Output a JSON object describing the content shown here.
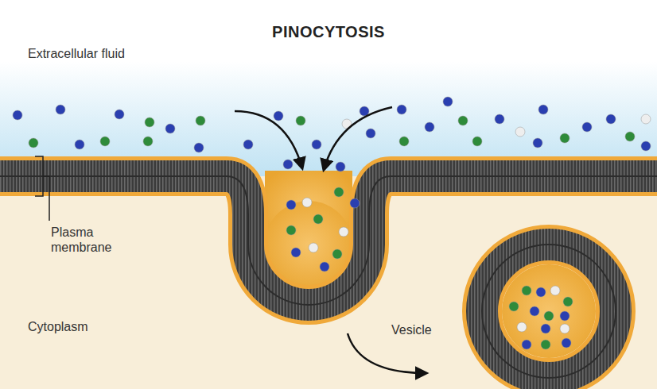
{
  "diagram": {
    "title": "PINOCYTOSIS",
    "labels": [
      "Extracellular fluid",
      "Plasma membrane",
      "Cytoplasm",
      "Vesicle"
    ]
  }
}
